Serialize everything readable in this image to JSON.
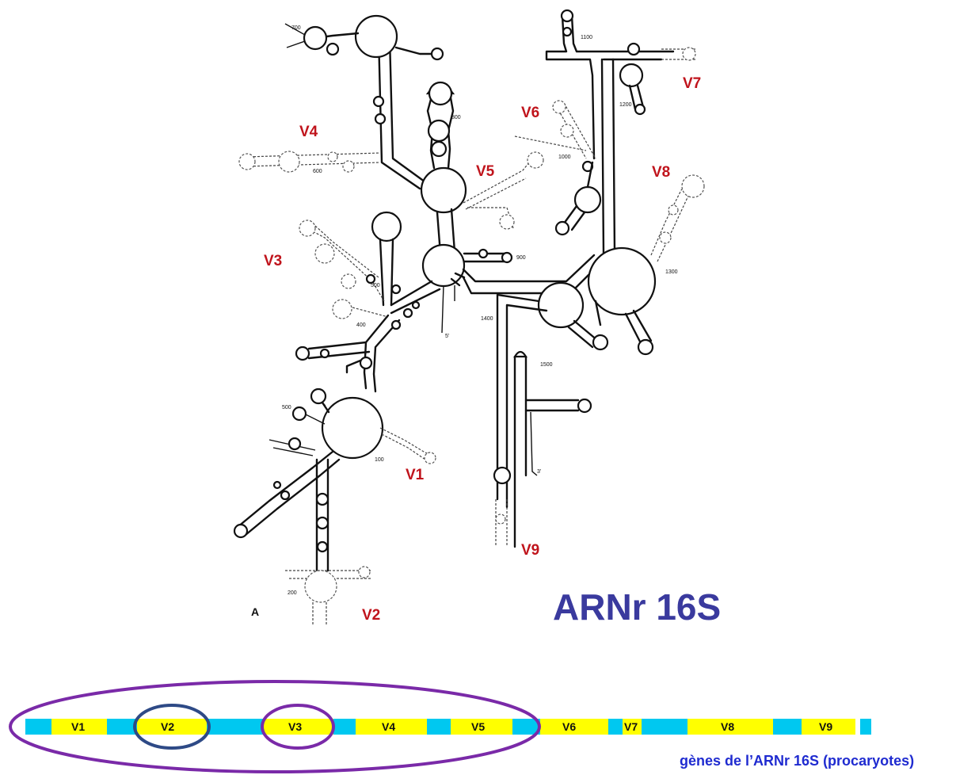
{
  "structure": {
    "panel_label": "A",
    "title": "ARNr 16S",
    "position_numbers": [
      "700",
      "800",
      "600",
      "1100",
      "1200",
      "1000",
      "1300",
      "900",
      "500",
      "400",
      "1400",
      "1500",
      "500",
      "100",
      "200",
      "5'",
      "3'"
    ],
    "variable_regions": [
      "V1",
      "V2",
      "V3",
      "V4",
      "V5",
      "V6",
      "V7",
      "V8",
      "V9"
    ]
  },
  "gene_map": {
    "segments": [
      "V1",
      "V2",
      "V3",
      "V4",
      "V5",
      "V6",
      "V7",
      "V8",
      "V9"
    ],
    "caption": "gènes de l’ARNr 16S (procaryotes)",
    "colors": {
      "variable": "#ffff00",
      "conserved": "#00c8f0",
      "title": "#3a3a9e",
      "region_label": "#c0141c",
      "caption": "#1f2bd0",
      "circle_outer": "#7a2aa8",
      "circle_v2": "#2e4a86",
      "circle_v3": "#7a2aa8"
    }
  }
}
